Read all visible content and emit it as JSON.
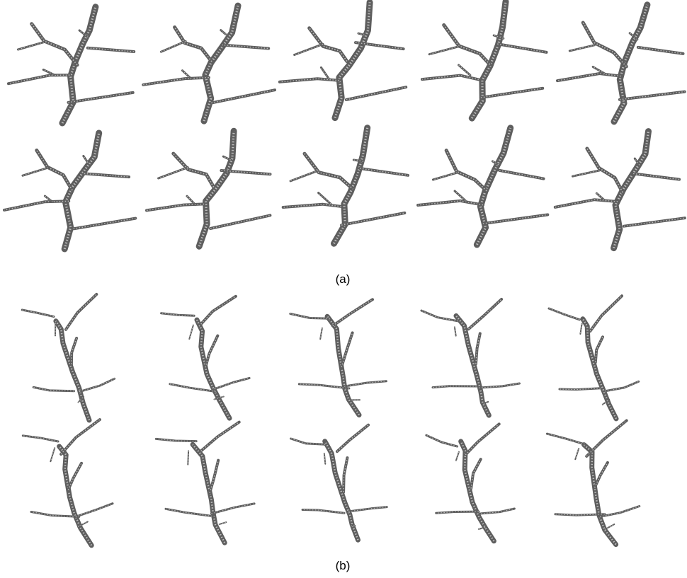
{
  "figure": {
    "panels": [
      {
        "id": "a",
        "caption": "(a)",
        "rows": 2,
        "cols": 5,
        "variant": "A",
        "branch_color": "#5e5e5e"
      },
      {
        "id": "b",
        "caption": "(b)",
        "rows": 2,
        "cols": 5,
        "variant": "B",
        "branch_color": "#5e5e5e"
      }
    ]
  }
}
